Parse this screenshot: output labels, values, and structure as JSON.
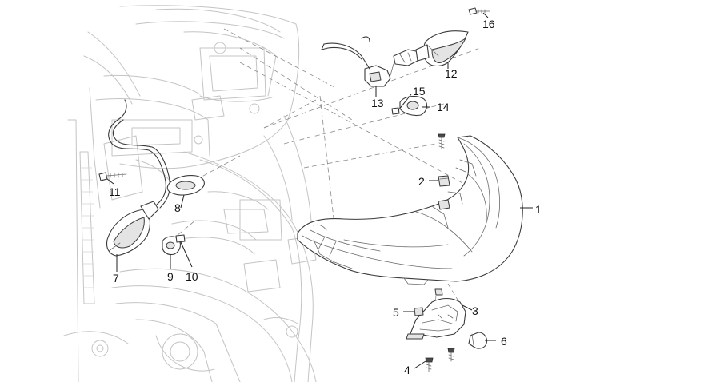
{
  "callouts": {
    "c1": "1",
    "c2": "2",
    "c3": "3",
    "c4": "4",
    "c5": "5",
    "c6": "6",
    "c7": "7",
    "c8": "8",
    "c9": "9",
    "c10": "10",
    "c11": "11",
    "c12": "12",
    "c13": "13",
    "c14": "14",
    "c15": "15",
    "c16": "16"
  },
  "colors": {
    "ghost_outline": "#c4c4c4",
    "part_outline": "#3a3a3a",
    "leader_line": "#222222",
    "background": "#ffffff"
  }
}
